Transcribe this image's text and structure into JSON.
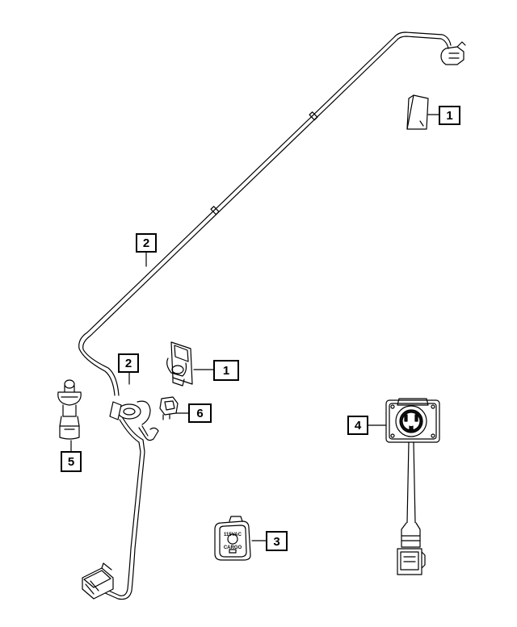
{
  "callouts": {
    "c1_top": "1",
    "c2_wire": "2",
    "c2_pigtail": "2",
    "c1_bracket": "1",
    "c6": "6",
    "c5": "5",
    "c4": "4",
    "c3": "3"
  },
  "cover_plate_text": {
    "line1": "115VAC",
    "line2": "CARGO"
  }
}
